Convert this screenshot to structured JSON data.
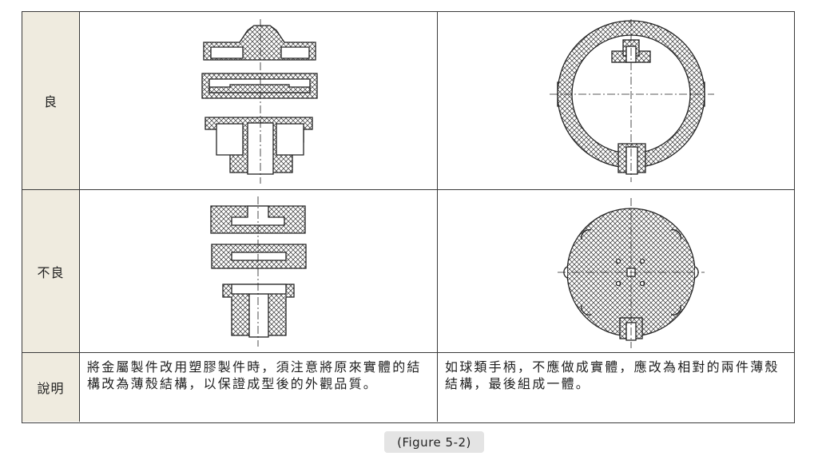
{
  "table": {
    "rows": [
      {
        "header": "良"
      },
      {
        "header": "不良"
      },
      {
        "header": "說明"
      }
    ],
    "descriptions": [
      "將金屬製件改用塑膠製件時，須注意將原來實體的結構改為薄殼結構，以保證成型後的外觀品質。",
      "如球類手柄，不應做成實體，應改為相對的兩件薄殼結構，最後組成一體。"
    ],
    "illustrations": [
      "good-shell-parts-icon",
      "good-hollow-sphere-handle-icon",
      "bad-solid-parts-icon",
      "bad-solid-sphere-handle-icon"
    ]
  },
  "caption": "(Figure 5-2)"
}
